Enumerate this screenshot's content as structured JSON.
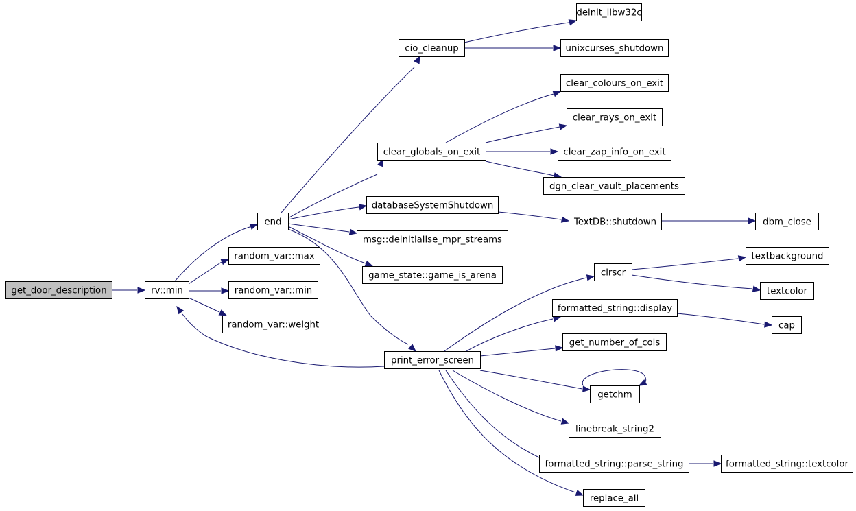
{
  "graph": {
    "root": "get_door_description",
    "nodes": {
      "get_door_description": "get_door_description",
      "rv_min": "rv::min",
      "end": "end",
      "random_var_max": "random_var::max",
      "random_var_min": "random_var::min",
      "random_var_weight": "random_var::weight",
      "cio_cleanup": "cio_cleanup",
      "deinit_libw32c": "deinit_libw32c",
      "unixcurses_shutdown": "unixcurses_shutdown",
      "clear_globals_on_exit": "clear_globals_on_exit",
      "clear_colours_on_exit": "clear_colours_on_exit",
      "clear_rays_on_exit": "clear_rays_on_exit",
      "clear_zap_info_on_exit": "clear_zap_info_on_exit",
      "dgn_clear_vault_placements": "dgn_clear_vault_placements",
      "databaseSystemShutdown": "databaseSystemShutdown",
      "textdb_shutdown": "TextDB::shutdown",
      "dbm_close": "dbm_close",
      "msg_deinitialise": "msg::deinitialise_mpr_streams",
      "game_is_arena": "game_state::game_is_arena",
      "print_error_screen": "print_error_screen",
      "clrscr": "clrscr",
      "textbackground": "textbackground",
      "textcolor": "textcolor",
      "fs_display": "formatted_string::display",
      "cap": "cap",
      "get_number_of_cols": "get_number_of_cols",
      "getchm": "getchm",
      "linebreak_string2": "linebreak_string2",
      "fs_parse_string": "formatted_string::parse_string",
      "fs_textcolor": "formatted_string::textcolor",
      "replace_all": "replace_all"
    }
  },
  "colors": {
    "edge": "#191970",
    "root_fill": "#bfbfbf",
    "node_fill": "#ffffff",
    "node_border": "#000000"
  }
}
